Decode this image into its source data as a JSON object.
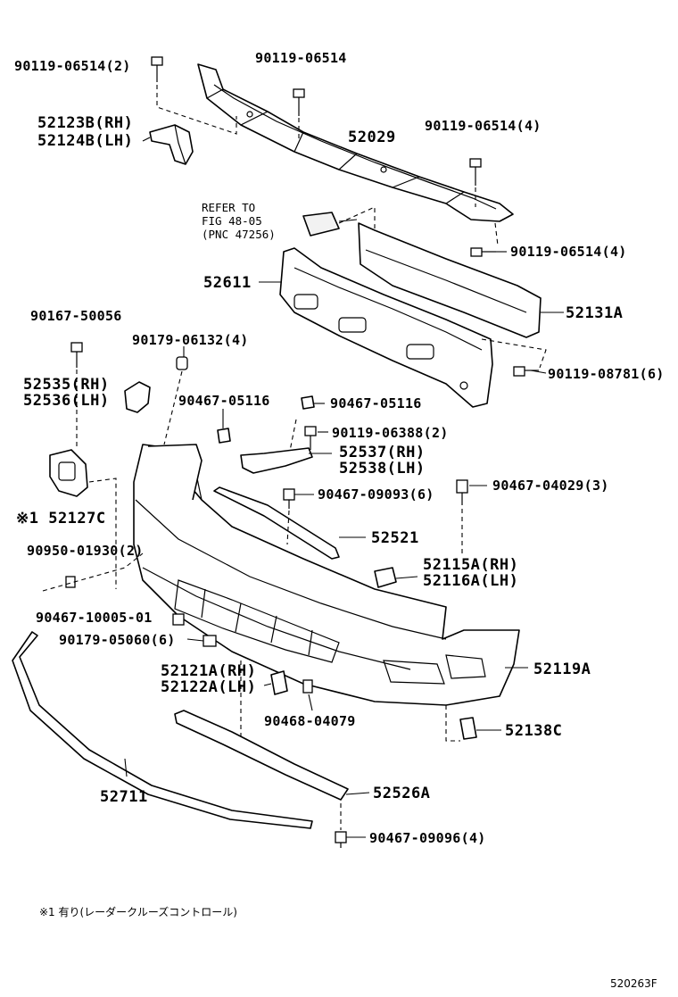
{
  "figure": {
    "code": "520263F",
    "footnote": "※1 有り(レーダークルーズコントロール)"
  },
  "labels": {
    "p90119_06514_2": "90119-06514(2)",
    "p90119_06514": "90119-06514",
    "p52123B": "52123B(RH)",
    "p52124B": "52124B(LH)",
    "p52029": "52029",
    "p90119_06514_4a": "90119-06514(4)",
    "refer1": "REFER TO",
    "refer2": "FIG 48-05",
    "refer3": "(PNC 47256)",
    "p90119_06514_4b": "90119-06514(4)",
    "p52611": "52611",
    "p52131A": "52131A",
    "p90167_50056": "90167-50056",
    "p90179_06132": "90179-06132(4)",
    "p90119_08781": "90119-08781(6)",
    "p52535": "52535(RH)",
    "p52536": "52536(LH)",
    "p90467_05116a": "90467-05116",
    "p90467_05116b": "90467-05116",
    "p90119_06388": "90119-06388(2)",
    "p52537": "52537(RH)",
    "p52538": "52538(LH)",
    "p90467_09093": "90467-09093(6)",
    "p90467_04029": "90467-04029(3)",
    "p52127C": "※1 52127C",
    "p52521": "52521",
    "p90950_01930": "90950-01930(2)",
    "p52115A": "52115A(RH)",
    "p52116A": "52116A(LH)",
    "p90467_10005": "90467-10005-01",
    "p90179_05060": "90179-05060(6)",
    "p52119A": "52119A",
    "p52121A": "52121A(RH)",
    "p52122A": "52122A(LH)",
    "p90468_04079": "90468-04079",
    "p52138C": "52138C",
    "p52711": "52711",
    "p52526A": "52526A",
    "p90467_09096": "90467-09096(4)"
  }
}
